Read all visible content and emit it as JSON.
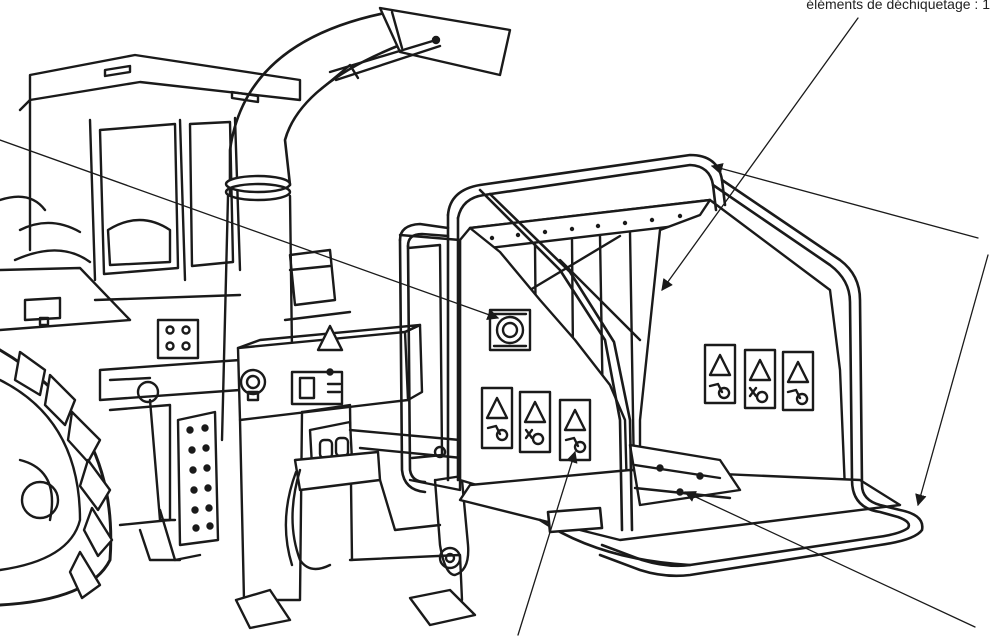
{
  "caption": "éléments de déchiquetage : 1",
  "colors": {
    "ink": "#1a1a1a",
    "paper": "#ffffff",
    "shade": "#e9e9e9"
  },
  "components": {
    "tractor": "tractor",
    "discharge_chute": "discharge-chute",
    "feed_hopper": "feed-hopper",
    "safety_bar": "safety-bar",
    "control_box": "control-box",
    "emergency_stop": "emergency-stop-button",
    "hydraulic_unit": "hydraulic-unit",
    "warning_pictograms": "warning-pictograms"
  },
  "callouts": [
    {
      "id": "shredding-elements"
    },
    {
      "id": "emergency-stop"
    },
    {
      "id": "safety-bar-top"
    },
    {
      "id": "safety-bar-front"
    },
    {
      "id": "hopper-floor"
    },
    {
      "id": "pictograms"
    }
  ]
}
